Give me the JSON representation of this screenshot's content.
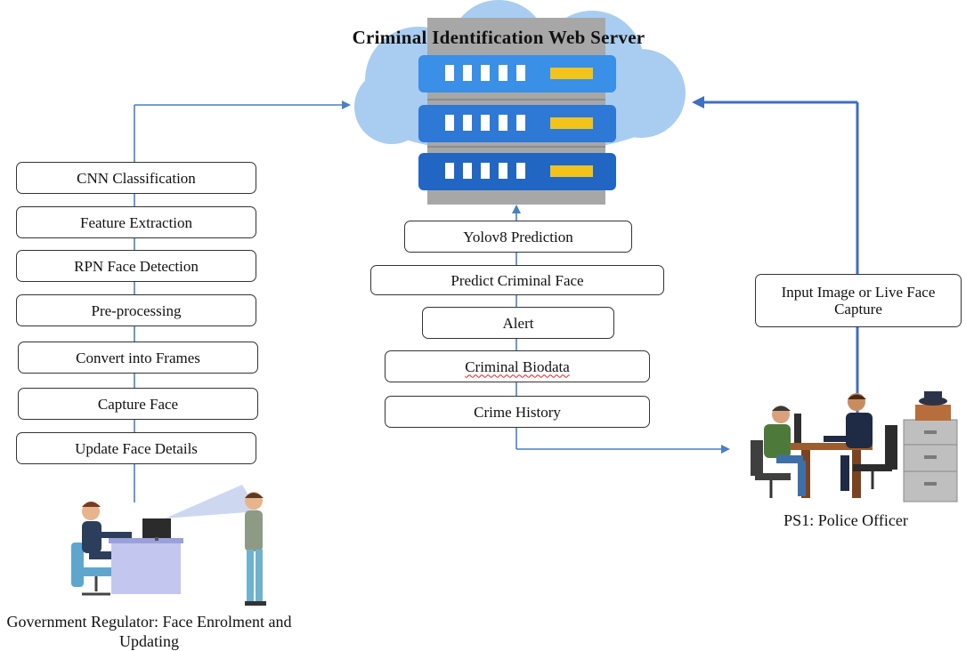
{
  "title": "Criminal Identification Web Server",
  "left_stack": [
    "CNN Classification",
    "Feature Extraction",
    "RPN Face Detection",
    "Pre-processing",
    "Convert into Frames",
    "Capture Face",
    "Update Face Details"
  ],
  "center_stack": [
    "Yolov8 Prediction",
    "Predict Criminal Face",
    "Alert",
    "Criminal Biodata",
    "Crime History"
  ],
  "right_box": "Input Image or Live Face Capture",
  "left_actor_caption": "Government Regulator: Face Enrolment and Updating",
  "right_actor_caption": "PS1: Police Officer",
  "colors": {
    "cloud": "#a9cdf0",
    "server_top": "#3a8fe6",
    "server_mid": "#2e78d6",
    "server_bottom": "#2266c4",
    "server_indicator": "#f2c318",
    "arrow_thin": "#4a7fc1",
    "arrow_thick": "#3d6fc4"
  }
}
